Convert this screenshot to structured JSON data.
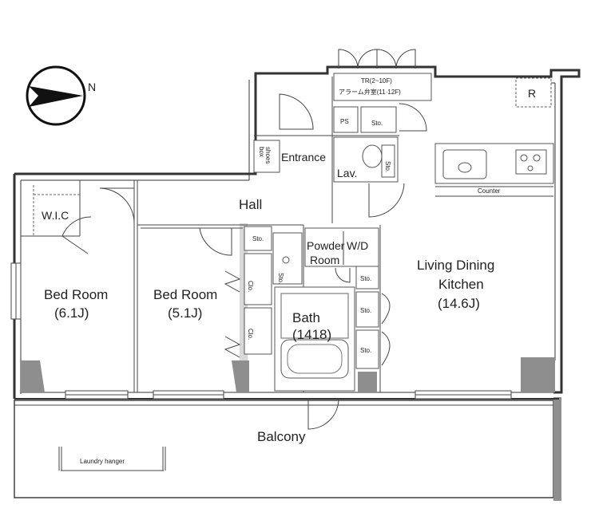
{
  "compass": {
    "north_label": "N",
    "icon": "north-arrow-icon"
  },
  "rooms": {
    "walk_in_closet": "W.I.C",
    "bedroom_1": {
      "name": "Bed Room",
      "size": "(6.1J)"
    },
    "bedroom_2": {
      "name": "Bed Room",
      "size": "(5.1J)"
    },
    "hall": "Hall",
    "entrance": "Entrance",
    "lavatory": "Lav.",
    "powder_room": {
      "line1": "Powder",
      "line2": "Room"
    },
    "washer_dryer": "W/D",
    "bath": {
      "name": "Bath",
      "size": "(1418)"
    },
    "ldk": {
      "line1": "Living Dining",
      "line2": "Kitchen",
      "size": "(14.6J)"
    },
    "balcony": "Balcony"
  },
  "labels": {
    "tr_line1": "TR(2~10F)",
    "tr_line2": "アラーム弁室(11·12F)",
    "ps": "PS",
    "sto": "Sto.",
    "shoes_box_1": "shoes",
    "shoes_box_2": "box",
    "counter": "Counter",
    "refrigerator": "R",
    "closet": "Clo.",
    "laundry_hanger": "Laundry hanger"
  }
}
